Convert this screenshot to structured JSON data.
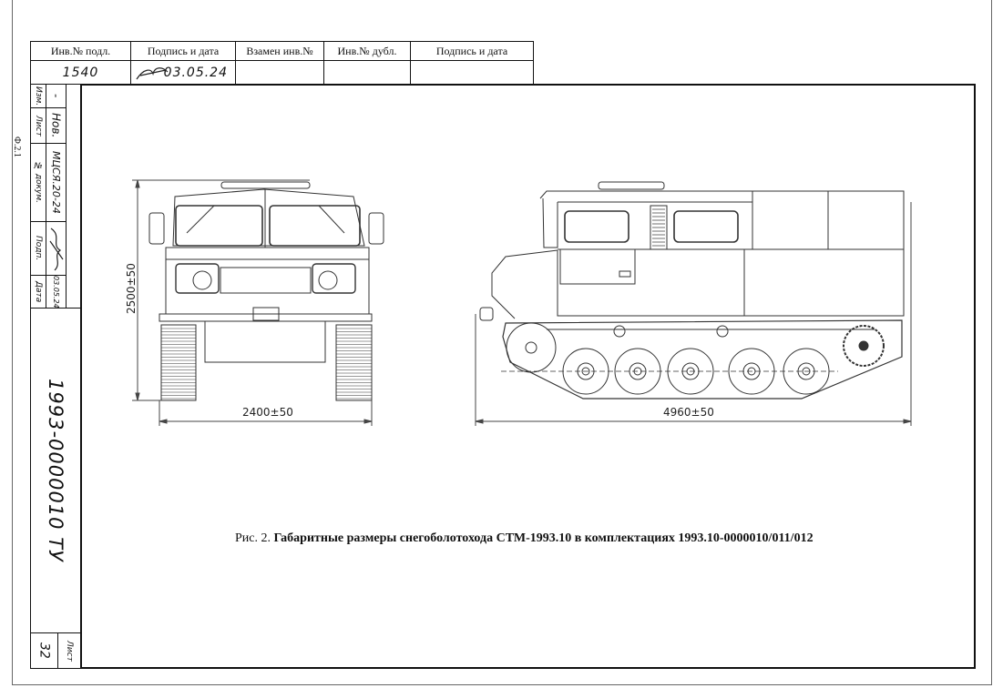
{
  "form_code": "Ф.2.1",
  "header_table": {
    "headers": [
      "Инв.№ подл.",
      "Подпись и дата",
      "Взамен инв.№",
      "Инв.№ дубл.",
      "Подпись и дата"
    ],
    "values": [
      "1540",
      "03.05.24",
      "",
      "",
      ""
    ]
  },
  "revision_block": {
    "labels": [
      "Изм.",
      "Лист",
      "№ докум.",
      "Подп.",
      "Дата"
    ],
    "values": [
      "-",
      "Нов.",
      "МЦСЯ.20-24",
      "",
      "03.05.24"
    ]
  },
  "document_number": "1993-0000010 ТУ",
  "sheet": {
    "label": "Лист",
    "number": "32"
  },
  "dimensions": {
    "front_height": "2500±50",
    "front_width": "2400±50",
    "side_length": "4960±50"
  },
  "caption": {
    "prefix": "Рис. 2.",
    "text": "Габаритные размеры снегоболотохода СТМ-1993.10 в комплектациях 1993.10-0000010/011/012"
  }
}
